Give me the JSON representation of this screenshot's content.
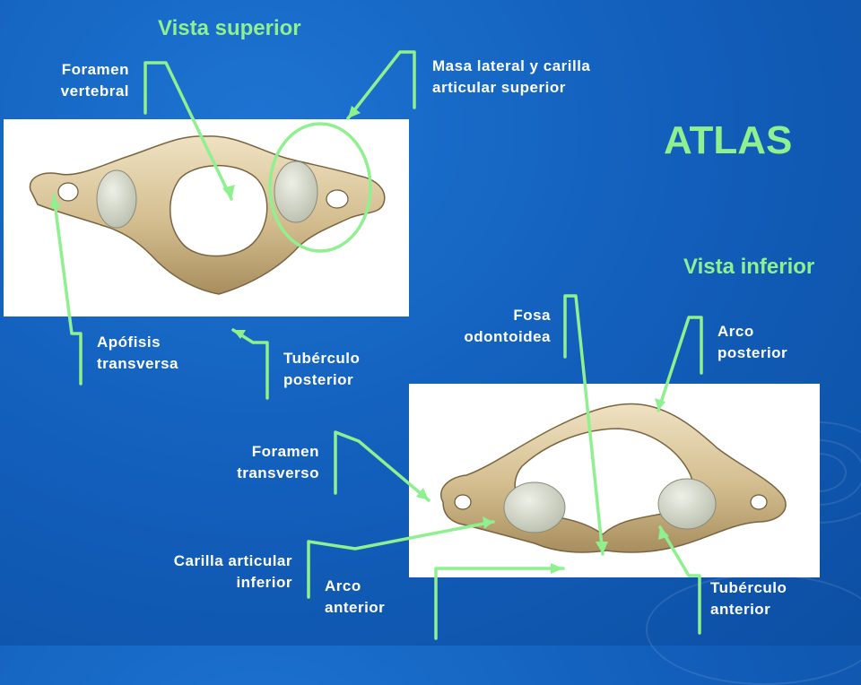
{
  "slide": {
    "main_title": "ATLAS",
    "superior_view_title": "Vista superior",
    "inferior_view_title": "Vista inferior",
    "colors": {
      "background": "#1360bd",
      "accent": "#8ff08f",
      "bone": "#d9c49a"
    }
  },
  "superior_view": {
    "labels": {
      "foramen_vertebral": "Foramen\nvertebral",
      "masa_lateral": "Masa lateral y carilla\narticular superior",
      "apofisis_transversa": "Apófisis\ntransversa",
      "tuberculo_posterior": "Tubérculo\nposterior"
    }
  },
  "inferior_view": {
    "labels": {
      "fosa_odontoidea": "Fosa\nodontoidea",
      "arco_posterior": "Arco\nposterior",
      "foramen_transverso": "Foramen\ntransverso",
      "carilla_articular_inferior": "Carilla articular\ninferior",
      "arco_anterior": "Arco\nanterior",
      "tuberculo_anterior": "Tubérculo\nanterior"
    }
  }
}
